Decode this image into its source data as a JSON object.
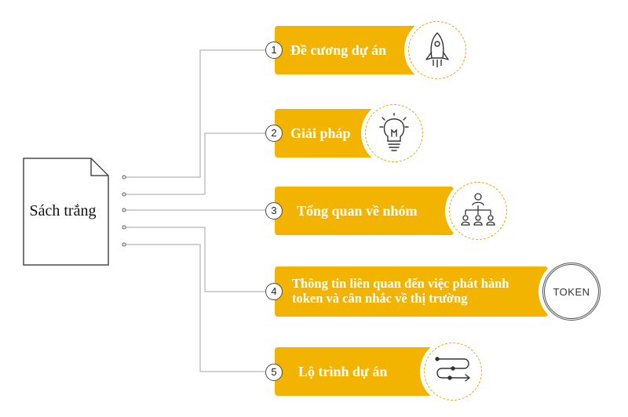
{
  "document": {
    "label": "Sách trắng",
    "icon": "document-icon"
  },
  "accent_color": "#f2b400",
  "items": [
    {
      "number": "1",
      "label": "Đề cương dự án",
      "icon": "rocket-icon"
    },
    {
      "number": "2",
      "label": "Giải pháp",
      "icon": "lightbulb-icon"
    },
    {
      "number": "3",
      "label": "Tổng quan về nhóm",
      "icon": "team-hierarchy-icon"
    },
    {
      "number": "4",
      "label_line1": "Thông tin liên quan đến việc phát hành",
      "label_line2": "token và cân nhắc về thị trường",
      "icon": "token-coin-icon",
      "icon_text": "TOKEN"
    },
    {
      "number": "5",
      "label": "Lộ trình dự án",
      "icon": "roadmap-path-icon"
    }
  ]
}
